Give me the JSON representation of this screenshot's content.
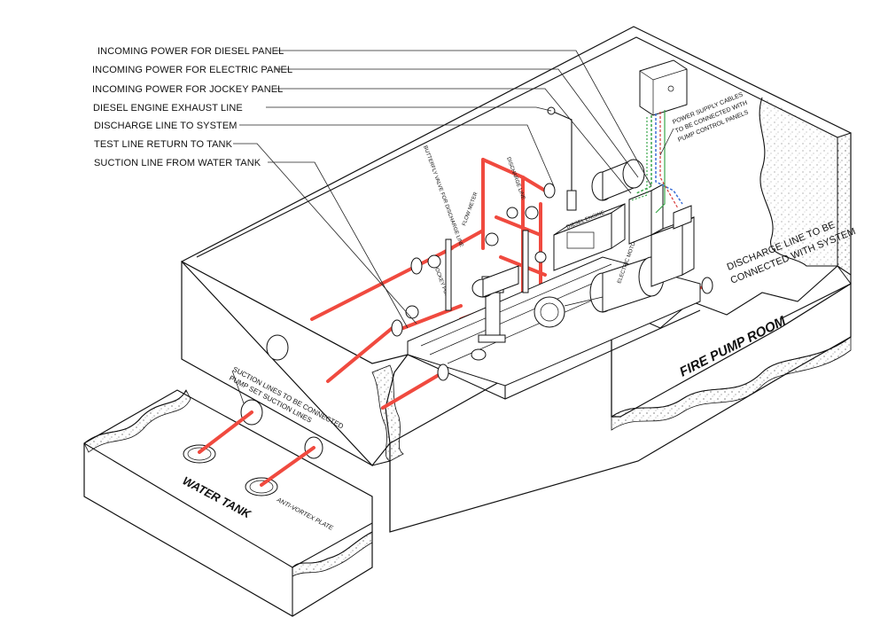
{
  "labels": {
    "diesel_panel_power": "INCOMING POWER FOR DIESEL PANEL",
    "electric_panel_power": "INCOMING POWER FOR ELECTRIC PANEL",
    "jockey_panel_power": "INCOMING POWER FOR JOCKEY PANEL",
    "exhaust_line": "DIESEL ENGINE EXHAUST LINE",
    "discharge_system": "DISCHARGE LINE TO SYSTEM",
    "test_line": "TEST LINE RETURN TO TANK",
    "suction_tank": "SUCTION LINE FROM WATER TANK"
  },
  "annotations": {
    "power_cables_1": "POWER SUPPLY CABLES",
    "power_cables_2": "TO BE CONNECTED WITH",
    "power_cables_3": "PUMP CONTROL PANELS",
    "discharge_connect_1": "DISCHARGE LINE TO BE",
    "discharge_connect_2": "CONNECTED WITH SYSTEM",
    "suction_connect_1": "SUCTION LINES TO BE CONNECTED",
    "suction_connect_2": "PUMP SET SUCTION LINES",
    "anti_vortex": "ANTI-VORTEX PLATE"
  },
  "rooms": {
    "fire_pump_room": "FIRE PUMP ROOM",
    "water_tank": "WATER TANK"
  },
  "equipment_tags": {
    "jockey_pump": "JOCKEY PUMP",
    "electric_motor": "ELECTRIC MOTOR",
    "diesel_engine": "DIESEL ENGINE",
    "flow_meter": "FLOW METER",
    "discharge_line": "DISCHARGE LINE",
    "butterfly_valve": "BUTTERFLY VALVE FOR DISCHARGE LINE"
  },
  "colors": {
    "pipe_red": "#f04a3f",
    "cable_green": "#3aa64a",
    "cable_blue": "#3b6fd6",
    "cable_red": "#d63b3b",
    "line_black": "#111111"
  }
}
